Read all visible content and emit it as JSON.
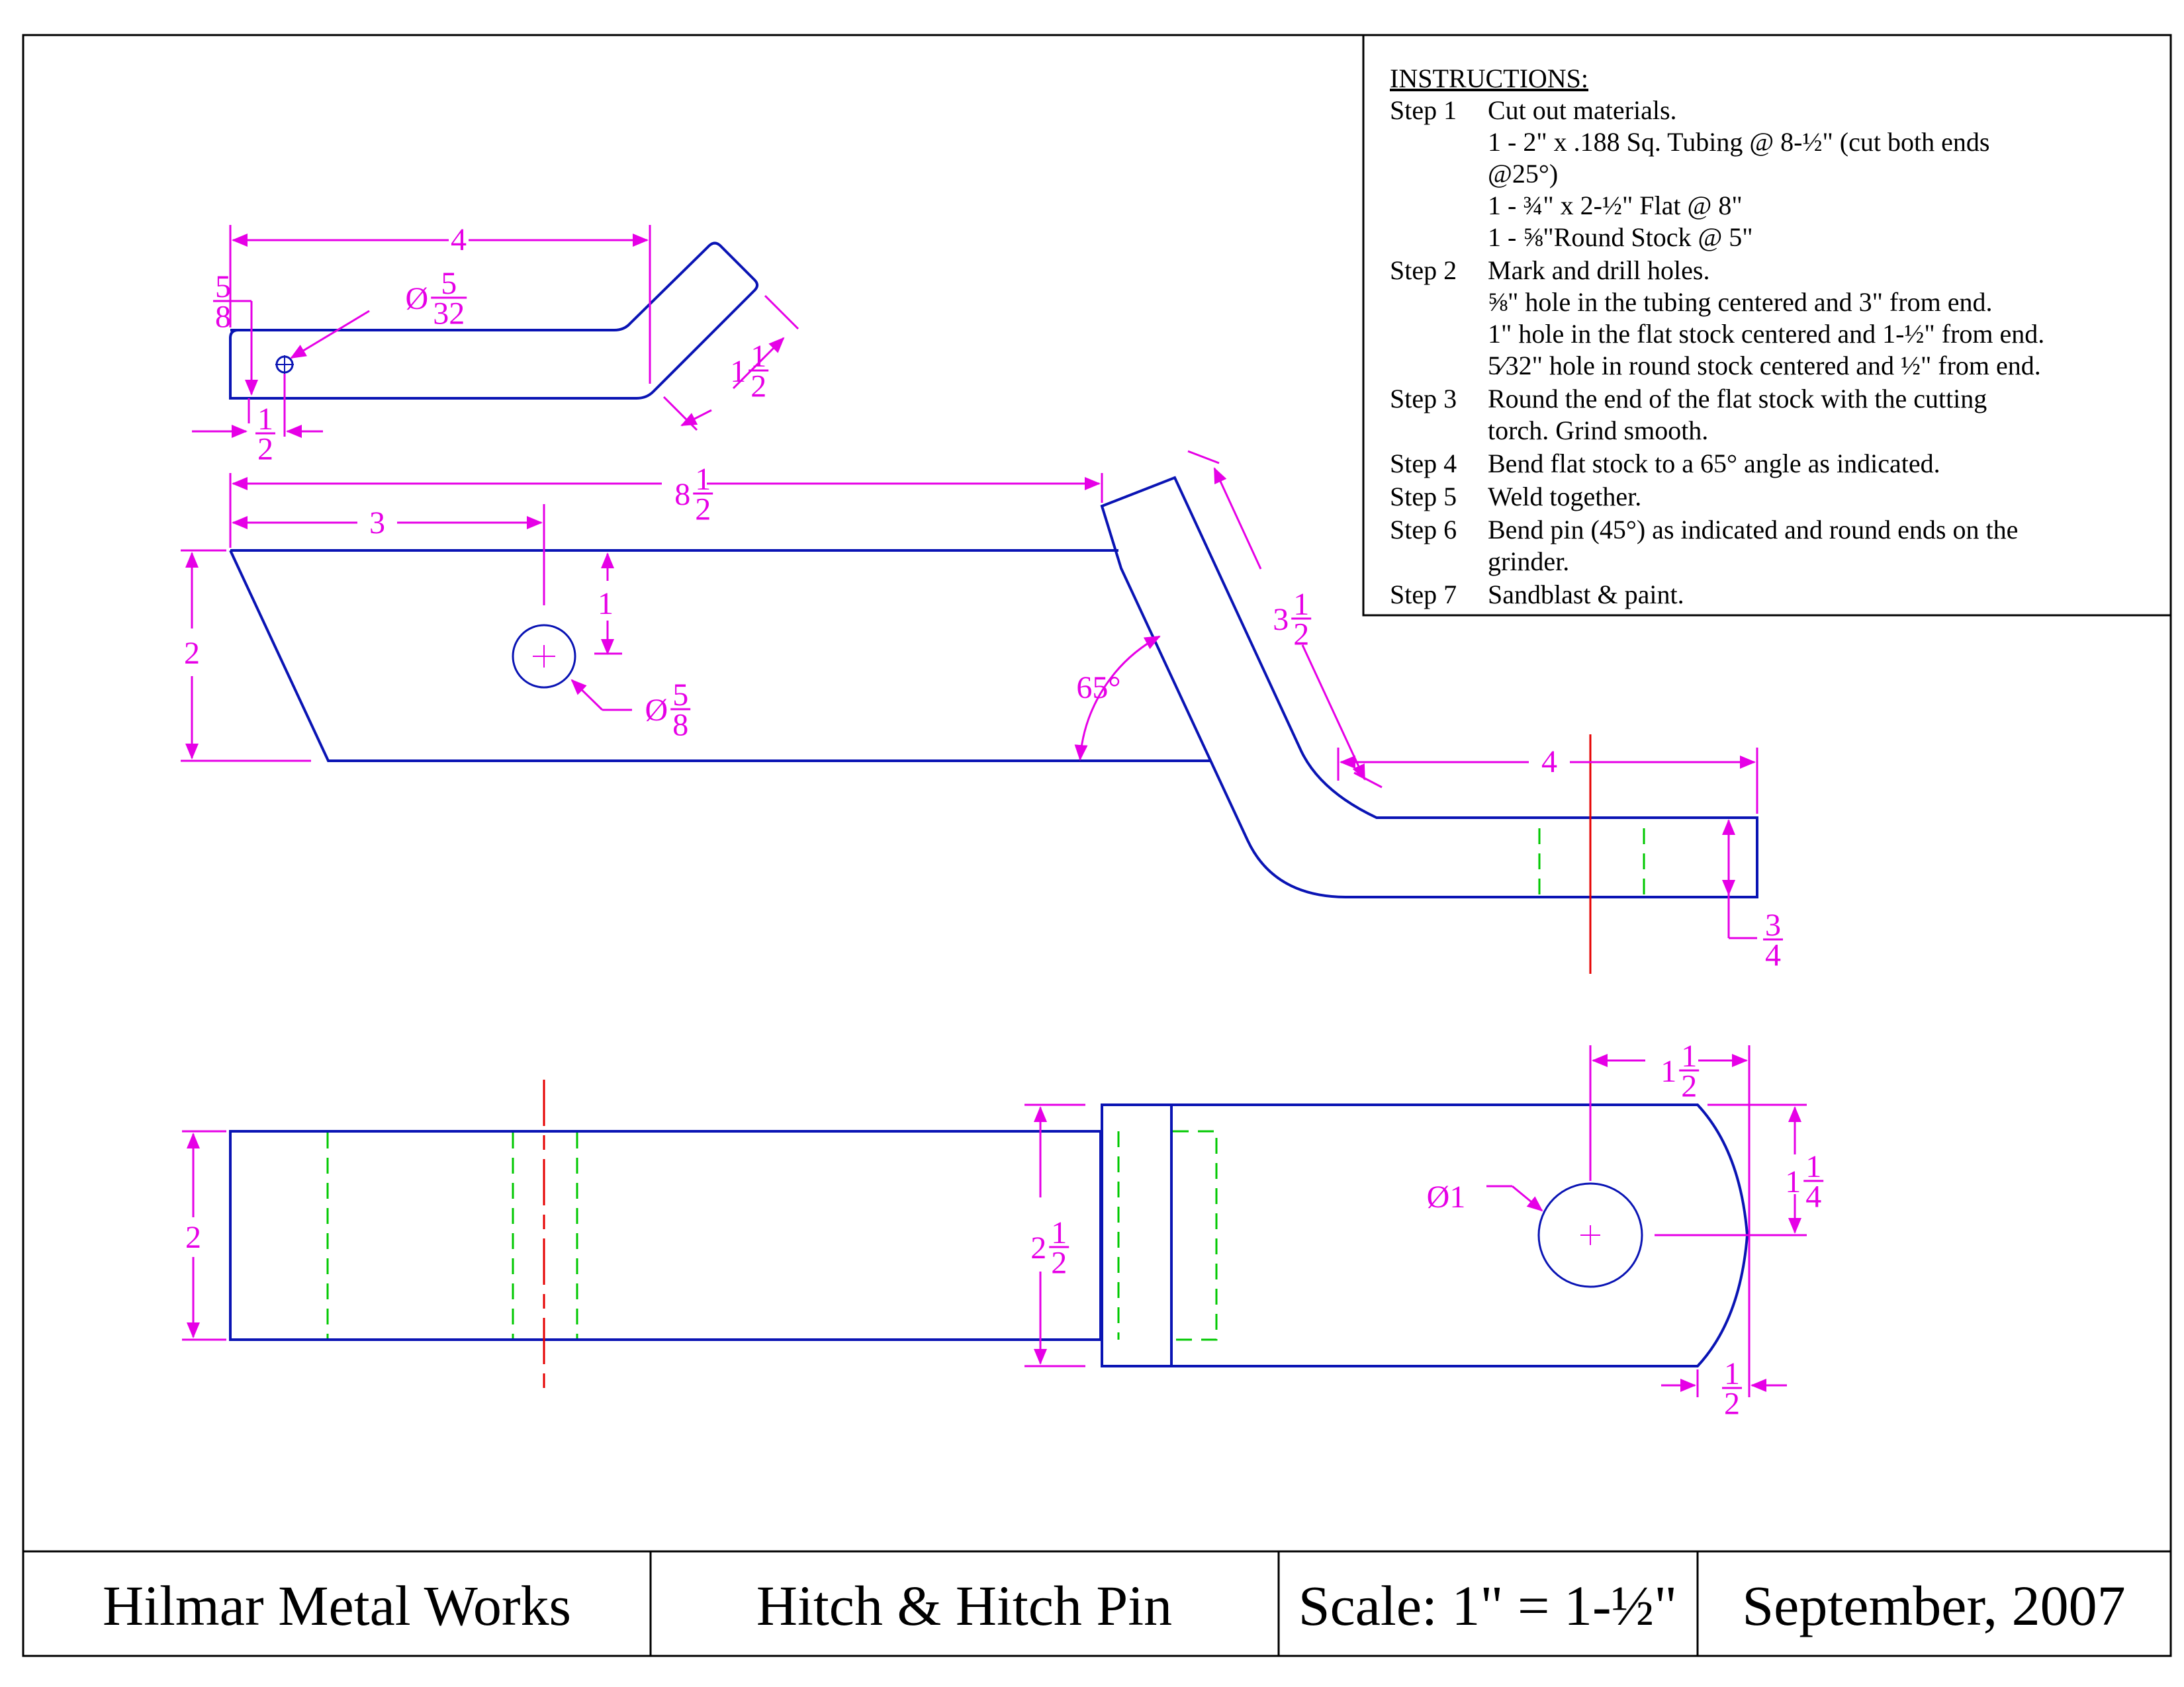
{
  "colors": {
    "part_outline": "#0a14b4",
    "dimension": "#e600e6",
    "hidden_line": "#00c800",
    "center_line": "#e60000",
    "border": "#000000"
  },
  "instructions": {
    "heading": "INSTRUCTIONS:",
    "steps": [
      {
        "step": "Step 1",
        "lines": [
          "Cut out materials.",
          "1 - 2\" x .188 Sq. Tubing @ 8-½\" (cut both ends",
          "@25°)",
          "1 - ¾\" x 2-½\" Flat @ 8\"",
          "1 - ⅝\"Round Stock @ 5\""
        ]
      },
      {
        "step": "Step 2",
        "lines": [
          "Mark and drill holes.",
          "⅝\" hole in the tubing centered and 3\" from end.",
          "1\" hole in the flat stock centered and 1-½\" from end.",
          "5⁄32\" hole in round stock centered and ½\" from end."
        ]
      },
      {
        "step": "Step 3",
        "lines": [
          "Round the end of the flat stock with the cutting",
          "torch. Grind smooth."
        ]
      },
      {
        "step": "Step 4",
        "lines": [
          "Bend flat stock to a 65° angle as indicated."
        ]
      },
      {
        "step": "Step 5",
        "lines": [
          "Weld together."
        ]
      },
      {
        "step": "Step 6",
        "lines": [
          "Bend pin (45°) as indicated and round ends on the",
          "grinder."
        ]
      },
      {
        "step": "Step 7",
        "lines": [
          "Sandblast & paint."
        ]
      }
    ]
  },
  "title_block": {
    "company": "Hilmar Metal Works",
    "title": "Hitch & Hitch Pin",
    "scale": "Scale: 1\" = 1-½\"",
    "date": "September, 2007"
  },
  "pin_view": {
    "length_dim": "4",
    "diameter_dim": "5/8",
    "hole_prefix": "Ø",
    "hole_dim": "5/32",
    "end_dim": "1/2",
    "bend_dim": "1 1/2"
  },
  "side_view": {
    "overall_length_dim": "8 1/2",
    "hole_location_dim": "3",
    "tube_height_dim": "2",
    "hole_offset_dim": "1",
    "hole_prefix": "Ø",
    "hole_dim": "5/8",
    "angle_dim": "65°",
    "flat_leg_dim": "3 1/2",
    "flat_end_dim": "4",
    "flat_thickness_dim": "3/4"
  },
  "top_view": {
    "tube_width_dim": "2",
    "flat_width_dim": "2 1/2",
    "hole_prefix": "Ø",
    "hole_dim": "1",
    "hole_location_dim": "1 1/2",
    "half_width_dim": "1 1/4",
    "radius_end_dim": "1/2"
  }
}
